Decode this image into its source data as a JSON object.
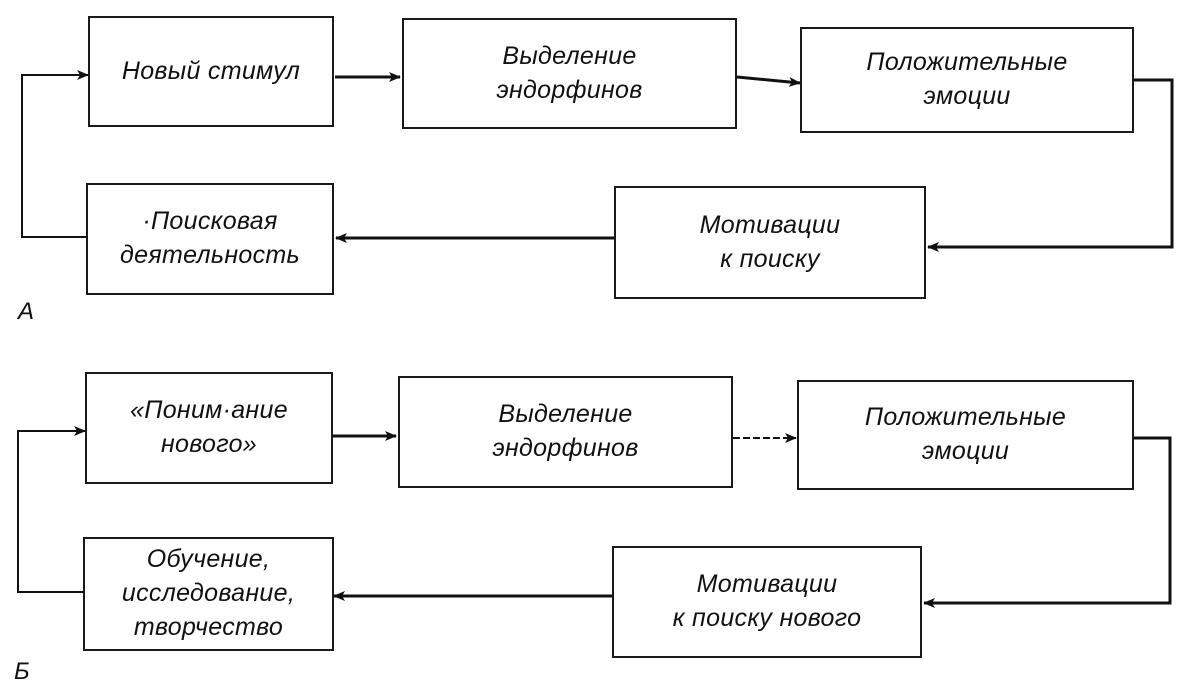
{
  "diagram_a": {
    "label": "А",
    "boxes": {
      "new_stimulus": "Новый стимул",
      "endorphins": "Выделение\nэндорфинов",
      "positive_emotions": "Положительные\nэмоции",
      "search_motivation": "Мотивации\nк поиску",
      "search_activity": "·Поисковая\nдеятельность"
    }
  },
  "diagram_b": {
    "label": "Б",
    "boxes": {
      "understanding_new": "«Поним·ание\nнового»",
      "endorphins": "Выделение\nэндорфинов",
      "positive_emotions": "Положительные\nэмоции",
      "search_new_motivation": "Мотивации\nк поиску нового",
      "learning": "Обучение,\nисследование,\nтворчество"
    }
  }
}
